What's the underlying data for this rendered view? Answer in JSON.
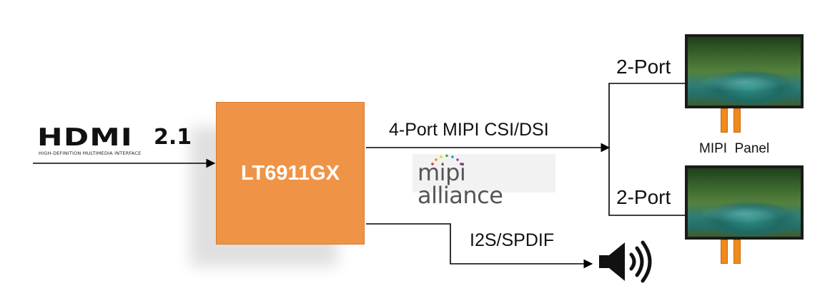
{
  "hdmi_logo": {
    "wordmark": "HDMI",
    "version": "2.1",
    "tagline": "HIGH-DEFINITION MULTIMEDIA INTERFACE"
  },
  "chip": {
    "label": "LT6911GX"
  },
  "main_output": {
    "label": "4-Port MIPI CSI/DSI"
  },
  "mipi_logo": {
    "text": "mipi alliance",
    "dot_colors": [
      "#e5322d",
      "#f39200",
      "#ffcc00",
      "#3aaa35",
      "#009fe3",
      "#8e44ad",
      "#e6007e"
    ]
  },
  "upper_branch": {
    "label": "2-Port"
  },
  "lower_branch": {
    "label": "2-Port"
  },
  "panel_label": "MIPI  Panel",
  "audio_output": {
    "label": "I2S/SPDIF"
  },
  "colors": {
    "chip_fill": "#ef9447",
    "chip_text": "#ffffff",
    "line": "#000000"
  }
}
